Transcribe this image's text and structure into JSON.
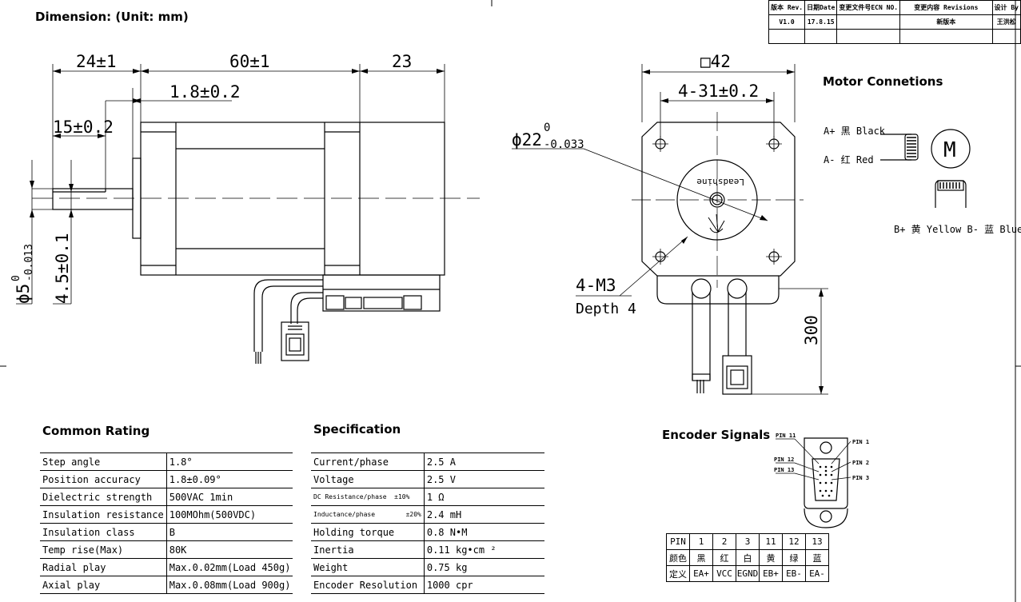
{
  "header": {
    "dimension_title": "Dimension: (Unit: mm)"
  },
  "revision_table": {
    "headers": [
      "版本 Rev.",
      "日期Date",
      "变更文件号ECN NO.",
      "变更内容 Revisions",
      "设计 By"
    ],
    "row": [
      "V1.0",
      "17.8.15",
      "",
      "新版本",
      "王洪松"
    ]
  },
  "side_view": {
    "dims": {
      "d1": "24±1",
      "d2": "60±1",
      "d3": "23",
      "d4": "1.8±0.2",
      "d5": "15±0.2",
      "shaft": "ϕ5",
      "shaft_tol_upper": "0",
      "shaft_tol_lower": "-0.013",
      "flat": "4.5±0.1"
    }
  },
  "front_view": {
    "dims": {
      "square": "□42",
      "hole_spacing": "4-31±0.2",
      "boss": "ϕ22",
      "boss_tol_upper": "0",
      "boss_tol_lower": "-0.033",
      "screw": "4-M3",
      "depth": "Depth 4",
      "lead": "300"
    },
    "logo_text": "Leadshine"
  },
  "motor_connections": {
    "title": "Motor Connetions",
    "a_plus": "A+ 黑 Black",
    "a_minus": "A- 红 Red",
    "b_wires": "B+ 黄 Yellow  B- 蓝 Blue",
    "motor_symbol": "M"
  },
  "common_rating": {
    "title": "Common Rating",
    "rows": [
      [
        "Step angle",
        "1.8°"
      ],
      [
        "Position accuracy",
        "1.8±0.09°"
      ],
      [
        "Dielectric strength",
        "500VAC 1min"
      ],
      [
        "Insulation resistance",
        "100MOhm(500VDC)"
      ],
      [
        "Insulation class",
        "B"
      ],
      [
        "Temp rise(Max)",
        "80K"
      ],
      [
        "Radial play",
        "Max.0.02mm(Load 450g)"
      ],
      [
        "Axial play",
        "Max.0.08mm(Load 900g)"
      ]
    ]
  },
  "specification": {
    "title": "Specification",
    "rows": [
      {
        "label": "Current/phase",
        "tol": "",
        "value": "2.5 A"
      },
      {
        "label": "Voltage",
        "tol": "",
        "value": "2.5 V"
      },
      {
        "label": "DC Resistance/phase",
        "tol": "±10%",
        "value": "1 Ω"
      },
      {
        "label": "Inductance/phase",
        "tol": "±20%",
        "value": "2.4 mH"
      },
      {
        "label": "Holding torque",
        "tol": "",
        "value": "0.8 N•M"
      },
      {
        "label": "Inertia",
        "tol": "",
        "value": "0.11 kg•cm ²"
      },
      {
        "label": "Weight",
        "tol": "",
        "value": "0.75 kg"
      },
      {
        "label": "Encoder Resolution",
        "tol": "",
        "value": "1000 cpr"
      }
    ]
  },
  "encoder": {
    "title": "Encoder Signals",
    "pin_labels": {
      "p11": "PIN 11",
      "p12": "PIN 12",
      "p13": "PIN 13",
      "p1": "PIN 1",
      "p2": "PIN 2",
      "p3": "PIN 3"
    },
    "table": {
      "pin": [
        "PIN",
        "1",
        "2",
        "3",
        "11",
        "12",
        "13"
      ],
      "color": [
        "颜色",
        "黑",
        "红",
        "白",
        "黄",
        "绿",
        "蓝"
      ],
      "signal": [
        "定义",
        "EA+",
        "VCC",
        "EGND",
        "EB+",
        "EB-",
        "EA-"
      ]
    }
  }
}
